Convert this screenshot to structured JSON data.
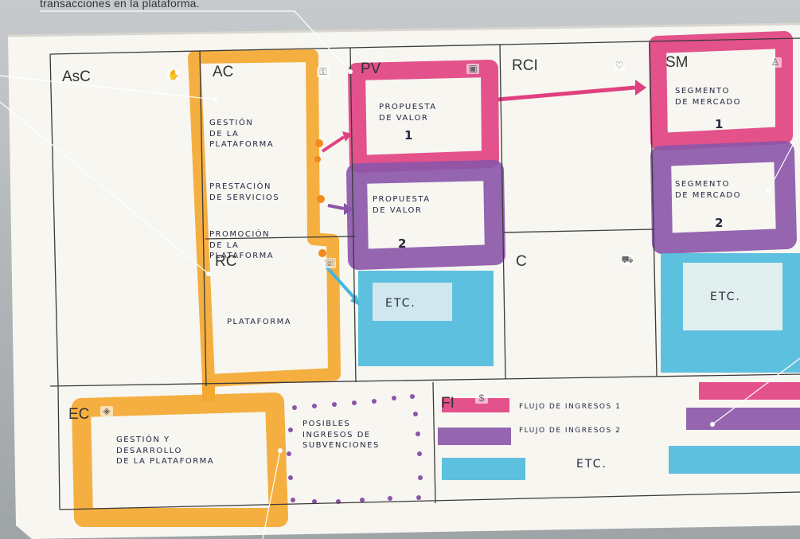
{
  "caption": "transacciones en la plataforma.",
  "blocks": {
    "asc": "AsC",
    "ac": "AC",
    "pv": "PV",
    "rci": "RCI",
    "sm": "SM",
    "rc": "RC",
    "c": "C",
    "ec": "EC",
    "fi": "FI"
  },
  "notes": {
    "ac_1": "GESTIÓN\nDE LA\nPLATAFORMA",
    "ac_2": "PRESTACIÓN\nDE SERVICIOS",
    "ac_3": "PROMOCIÓN\nDE LA\nPLATAFORMA",
    "rc_1": "PLATAFORMA",
    "pv_1": "PROPUESTA\nDE VALOR",
    "pv_1_num": "1",
    "pv_2": "PROPUESTA\nDE VALOR",
    "pv_2_num": "2",
    "pv_3": "ETC.",
    "sm_1": "SEGMENTO\nDE MERCADO",
    "sm_1_num": "1",
    "sm_2": "SEGMENTO\nDE MERCADO",
    "sm_2_num": "2",
    "sm_3": "ETC.",
    "ec_1": "GESTIÓN Y\nDESARROLLO\nDE LA PLATAFORMA",
    "ec_2": "POSIBLES\nINGRESOS DE\nSUBVENCIONES",
    "fi_1": "FLUJO DE INGRESOS 1",
    "fi_2": "FLUJO DE INGRESOS 2",
    "fi_3": "ETC."
  },
  "colors": {
    "orange": "#f4a832",
    "pink": "#e0407f",
    "purple": "#8a55a8",
    "cyan": "#43b6dc",
    "grid": "#3a3a3a"
  },
  "icons": [
    "handshake-icon",
    "key-icon",
    "gift-icon",
    "heart-icon",
    "person-icon",
    "chat-icon",
    "truck-icon",
    "tag-icon",
    "money-bag-icon"
  ]
}
